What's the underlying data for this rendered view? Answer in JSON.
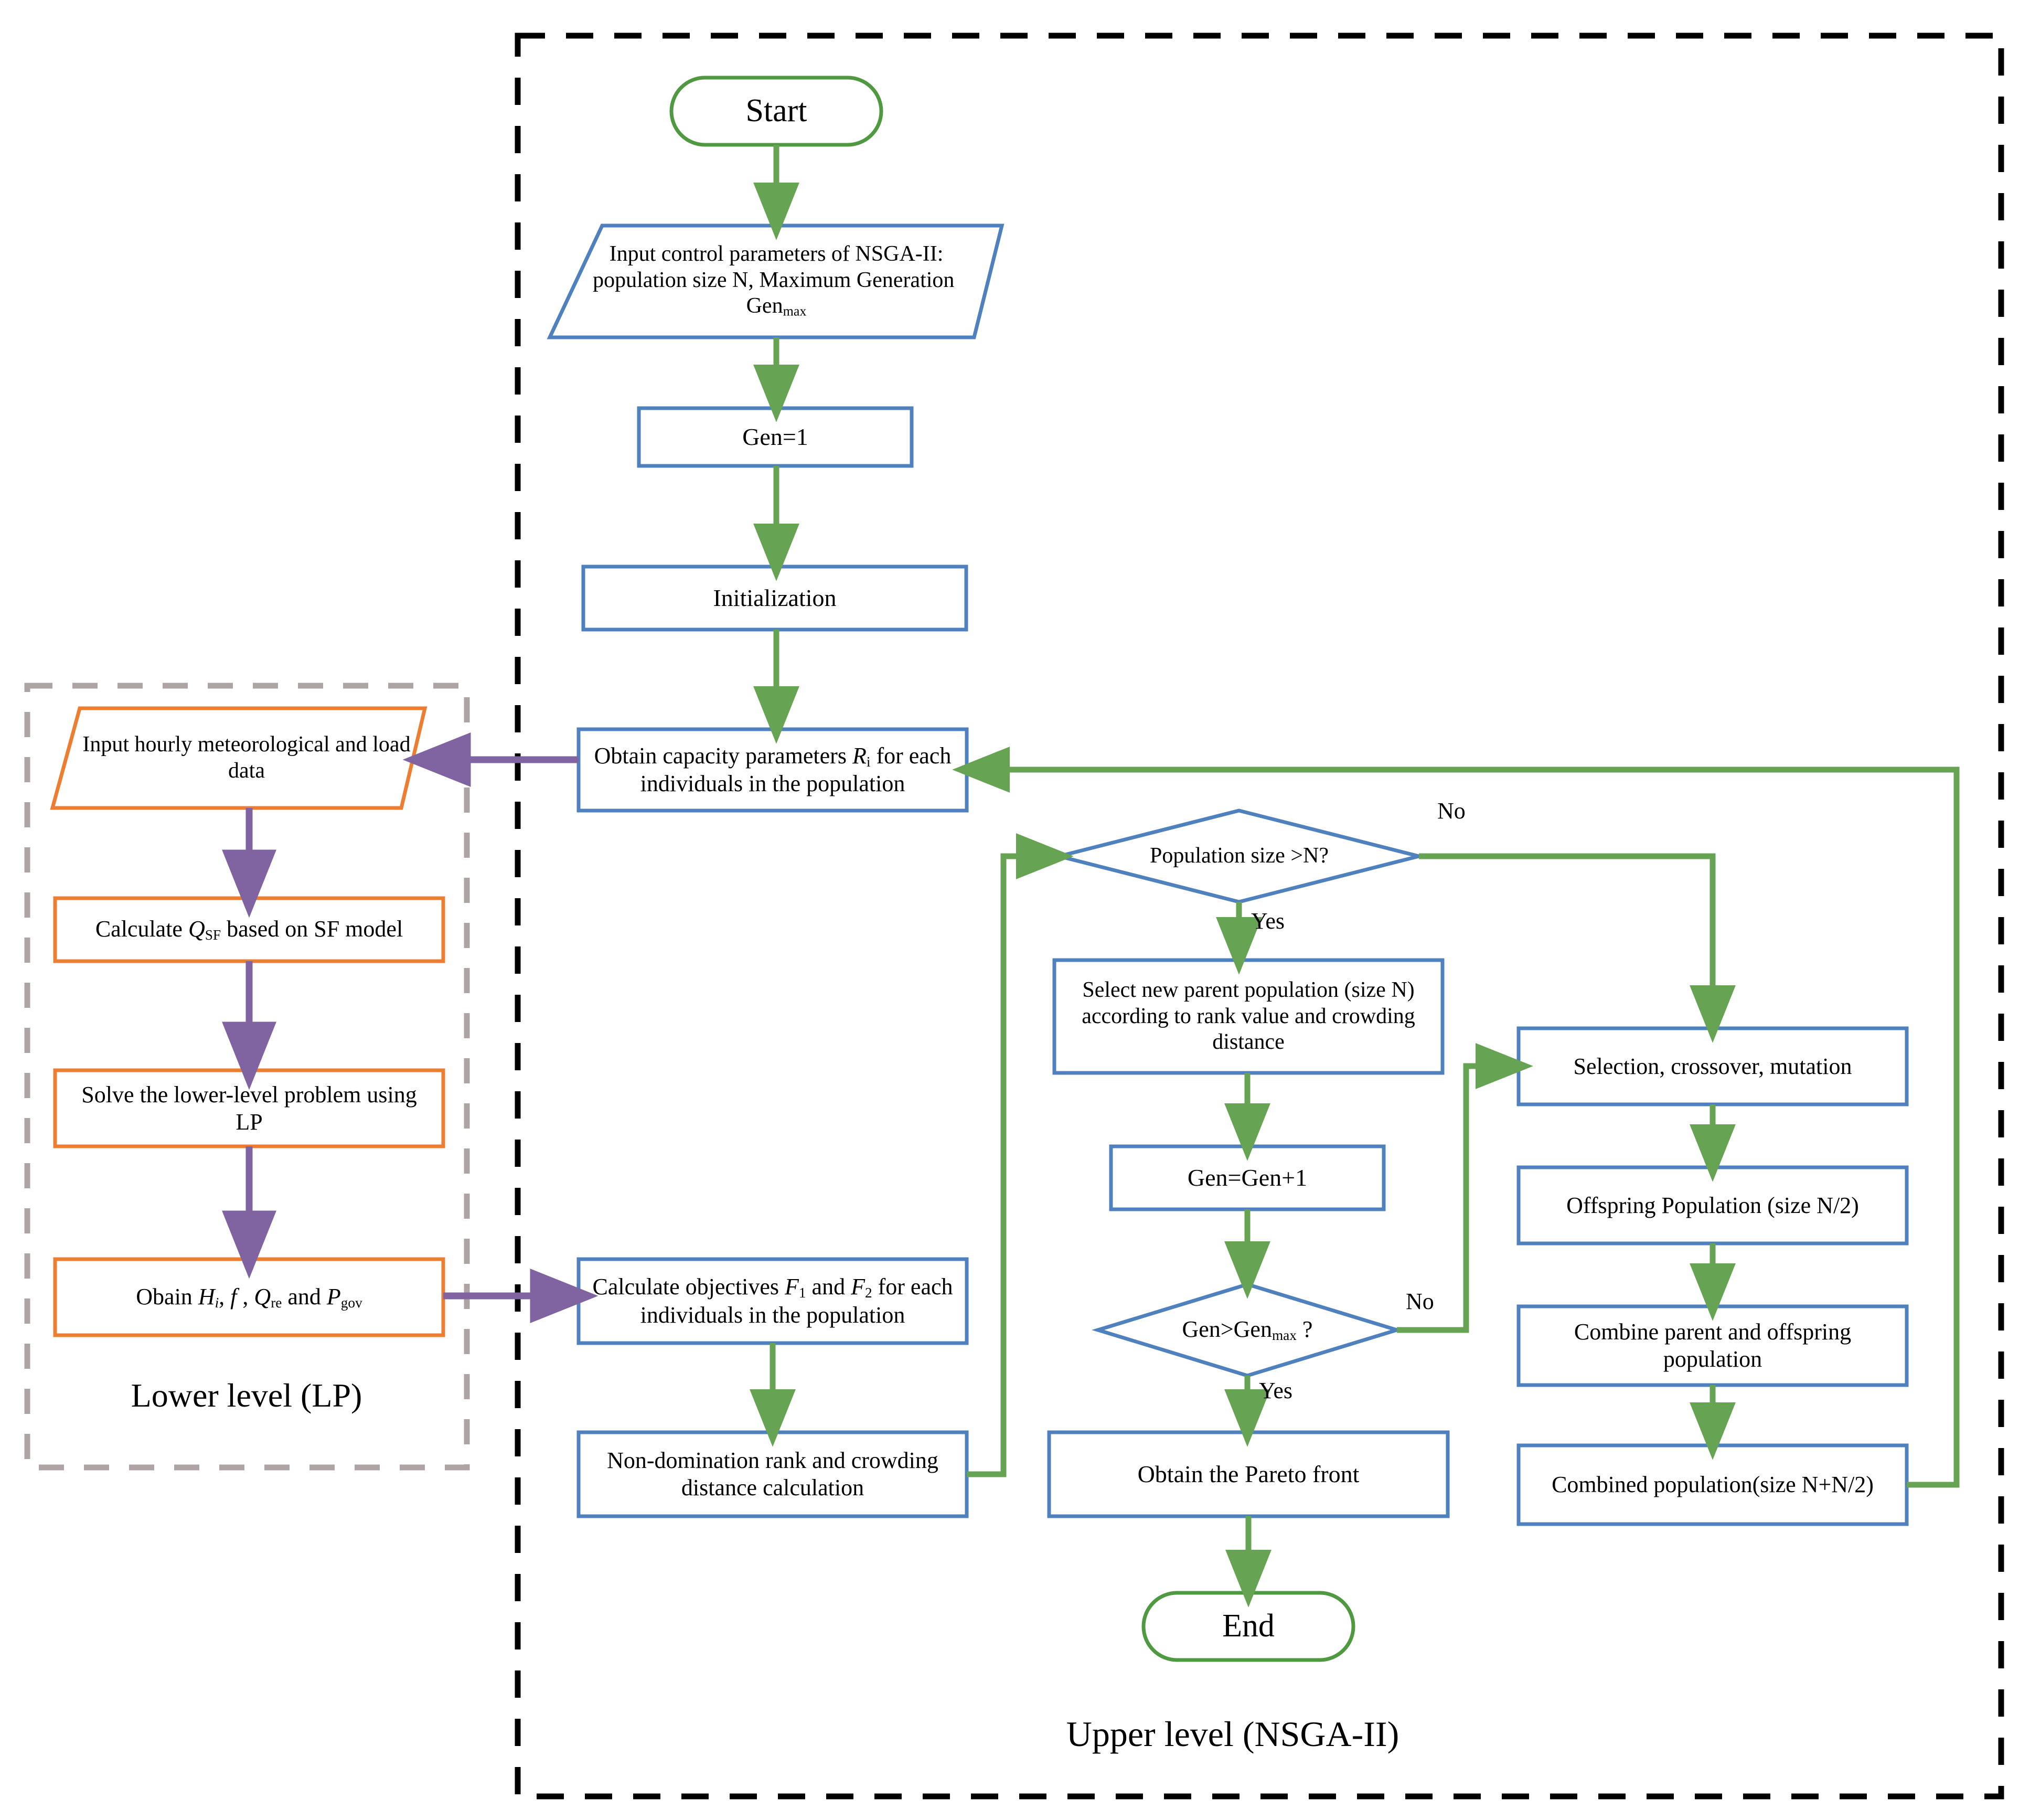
{
  "diagram": {
    "title": "Bi-level NSGA-II optimization flowchart",
    "colors": {
      "process_border": "#4E81BD",
      "terminator_border": "#4F9A41",
      "connector_green": "#66A353",
      "connector_purple": "#8064A2",
      "lower_level_border": "#ED7D31",
      "lower_level_dash": "#AFA4A4",
      "upper_level_dash": "#000000"
    },
    "groups": [
      {
        "id": "lower",
        "label": "Lower level (LP)",
        "border_style": "dashed",
        "border_color": "#AFA4A4"
      },
      {
        "id": "upper",
        "label": "Upper level (NSGA-II)",
        "border_style": "dashed",
        "border_color": "#000000"
      }
    ]
  },
  "nodes": {
    "start": {
      "label": "Start",
      "shape": "terminator"
    },
    "input_params": {
      "label": "Input control parameters of NSGA-II: population size N, Maximum Generation  Gen",
      "sub": "max",
      "shape": "parallelogram"
    },
    "gen1": {
      "label": "Gen=1",
      "shape": "process"
    },
    "initialization": {
      "label": "Initialization",
      "shape": "process"
    },
    "obtain_capacity": {
      "label_pre": "Obtain capacity parameters ",
      "var": "R",
      "sub": "i",
      "label_post": " for each individuals in the population",
      "shape": "process"
    },
    "lp_input": {
      "label": "Input hourly meteorological and load data",
      "shape": "parallelogram"
    },
    "calc_qsf": {
      "label_pre": "Calculate ",
      "var": "Q",
      "sub": "SF",
      "label_post": " based on SF model",
      "shape": "process"
    },
    "solve_lp": {
      "label": "Solve the lower-level problem using LP",
      "shape": "process"
    },
    "obtain_hi": {
      "label": "Obain H, f, Q and P",
      "parts": [
        "Obain ",
        "H",
        "i",
        ",  ",
        "f",
        " , ",
        "Q",
        "re",
        " and ",
        "P",
        "gov"
      ],
      "shape": "process"
    },
    "calc_objectives": {
      "label_pre": "Calculate objectives ",
      "v1": "F",
      "s1": "1",
      "mid": " and ",
      "v2": "F",
      "s2": "2",
      "label_post": " for each individuals in the population",
      "shape": "process"
    },
    "nondom_rank": {
      "label": "Non-domination rank and crowding distance calculation",
      "shape": "process"
    },
    "pop_size_check": {
      "label": "Population size >N?",
      "shape": "decision"
    },
    "select_parent": {
      "label": "Select new parent population (size N) according to rank value and crowding distance",
      "shape": "process"
    },
    "gen_inc": {
      "label": "Gen=Gen+1",
      "shape": "process"
    },
    "gen_max_check": {
      "label_pre": "Gen>Gen",
      "sub": "max",
      "label_post": " ?",
      "shape": "decision"
    },
    "pareto_front": {
      "label": "Obtain the Pareto front",
      "shape": "process"
    },
    "end": {
      "label": "End",
      "shape": "terminator"
    },
    "sel_cross_mut": {
      "label": "Selection, crossover, mutation",
      "shape": "process"
    },
    "offspring": {
      "label": "Offspring Population (size N/2)",
      "shape": "process"
    },
    "combine": {
      "label": "Combine parent and offspring population",
      "shape": "process"
    },
    "combined_pop": {
      "label": "Combined population(size N+N/2)",
      "shape": "process"
    }
  },
  "edge_labels": {
    "pop_no": "No",
    "pop_yes": "Yes",
    "gen_no": "No",
    "gen_yes": "Yes"
  }
}
